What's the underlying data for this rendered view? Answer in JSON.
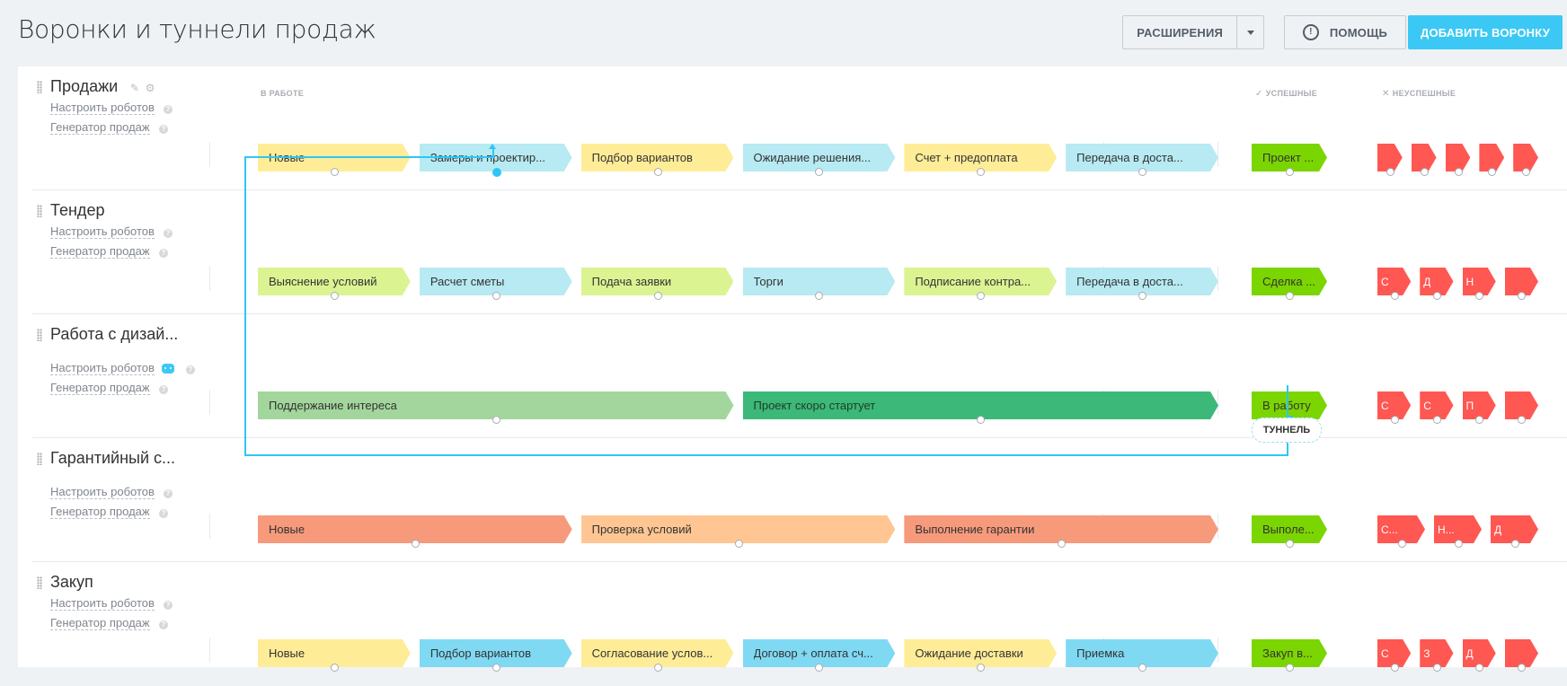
{
  "page": {
    "title": "Воронки и туннели продаж",
    "extensions_label": "РАСШИРЕНИЯ",
    "help_label": "ПОМОЩЬ",
    "add_label": "ДОБАВИТЬ ВОРОНКУ"
  },
  "headers": {
    "in_work": "В РАБОТЕ",
    "success": "УСПЕШНЫЕ",
    "fail": "НЕУСПЕШНЫЕ",
    "success_icon": "check-icon",
    "fail_icon": "cross-icon"
  },
  "links": {
    "robots": "Настроить роботов",
    "generator": "Генератор продаж"
  },
  "tunnel_label": "ТУННЕЛЬ",
  "colors": {
    "yellow": "#ffec97",
    "light_blue": "#b7eaf2",
    "light_green": "#dcf392",
    "blue": "#7fd9f3",
    "green_soft": "#a3d69c",
    "green_dark": "#3cb878",
    "salmon": "#f79a7c",
    "peach": "#ffc693",
    "success": "#7bd500",
    "fail": "#ff5752",
    "accent": "#3bc8f5"
  },
  "funnels": [
    {
      "name": "Продажи",
      "stages": [
        {
          "label": "Новые",
          "color": "yellow"
        },
        {
          "label": "Замеры и проектир...",
          "color": "light_blue"
        },
        {
          "label": "Подбор вариантов",
          "color": "yellow"
        },
        {
          "label": "Ожидание решения...",
          "color": "light_blue"
        },
        {
          "label": "Счет + предоплата",
          "color": "yellow"
        },
        {
          "label": "Передача в доста...",
          "color": "light_blue"
        }
      ],
      "success": "Проект ...",
      "fails": [
        "",
        "",
        "",
        "",
        ""
      ]
    },
    {
      "name": "Тендер",
      "stages": [
        {
          "label": "Выяснение условий",
          "color": "light_green"
        },
        {
          "label": "Расчет сметы",
          "color": "light_blue"
        },
        {
          "label": "Подача заявки",
          "color": "light_green"
        },
        {
          "label": "Торги",
          "color": "light_blue"
        },
        {
          "label": "Подписание контра...",
          "color": "light_green"
        },
        {
          "label": "Передача в доста...",
          "color": "light_blue"
        }
      ],
      "success": "Сделка ...",
      "fails": [
        "С",
        "Д",
        "Н",
        ""
      ]
    },
    {
      "name": "Работа с дизай...",
      "stages": [
        {
          "label": "Поддержание интереса",
          "color": "green_soft"
        },
        {
          "label": "Проект скоро стартует",
          "color": "green_dark"
        }
      ],
      "success": "В работу",
      "fails": [
        "С",
        "С",
        "П",
        ""
      ]
    },
    {
      "name": "Гарантийный с...",
      "stages": [
        {
          "label": "Новые",
          "color": "salmon"
        },
        {
          "label": "Проверка условий",
          "color": "peach"
        },
        {
          "label": "Выполнение гарантии",
          "color": "salmon"
        }
      ],
      "success": "Выполе...",
      "fails": [
        "С...",
        "Н...",
        "Д"
      ]
    },
    {
      "name": "Закуп",
      "stages": [
        {
          "label": "Новые",
          "color": "yellow"
        },
        {
          "label": "Подбор вариантов",
          "color": "blue"
        },
        {
          "label": "Согласование услов...",
          "color": "yellow"
        },
        {
          "label": "Договор + оплата сч...",
          "color": "blue"
        },
        {
          "label": "Ожидание доставки",
          "color": "yellow"
        },
        {
          "label": "Приемка",
          "color": "blue"
        }
      ],
      "success": "Закуп в...",
      "fails": [
        "С",
        "З",
        "Д",
        ""
      ]
    }
  ]
}
